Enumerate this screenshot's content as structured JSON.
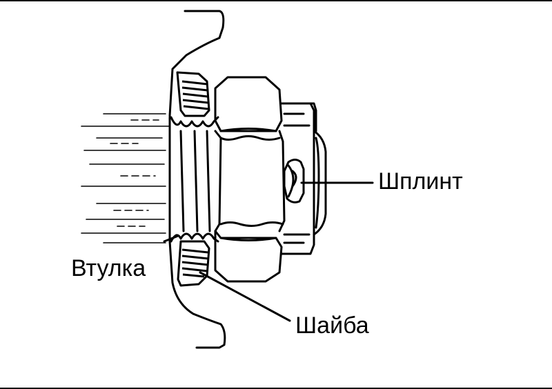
{
  "labels": {
    "bushing": "Втулка",
    "cotter_pin": "Шплинт",
    "washer": "Шайба"
  }
}
